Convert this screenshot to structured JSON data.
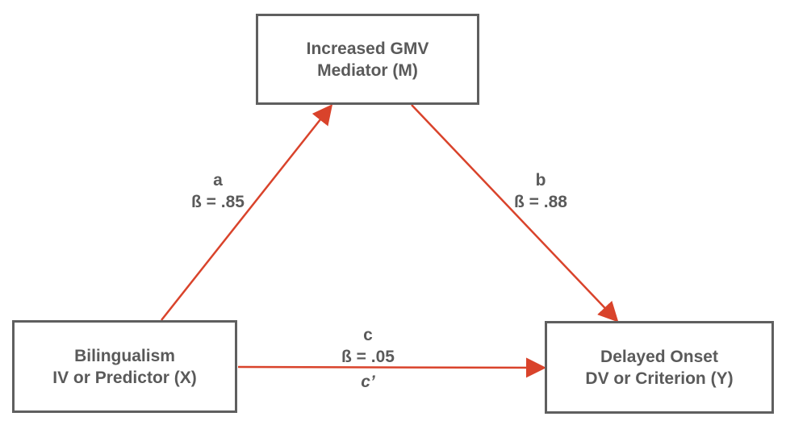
{
  "nodes": {
    "mediator": {
      "line1": "Increased GMV",
      "line2": "Mediator (M)"
    },
    "iv": {
      "line1": "Bilingualism",
      "line2": "IV or Predictor (X)"
    },
    "dv": {
      "line1": "Delayed Onset",
      "line2": "DV or Criterion (Y)"
    }
  },
  "paths": {
    "a": {
      "name": "a",
      "beta": "ß = .85"
    },
    "b": {
      "name": "b",
      "beta": "ß = .88"
    },
    "c": {
      "name": "c",
      "beta": "ß = .05",
      "prime": "c’"
    }
  },
  "colors": {
    "arrow": "#d9432b",
    "box_border": "#5f5f5f",
    "text": "#5a5a5a"
  }
}
